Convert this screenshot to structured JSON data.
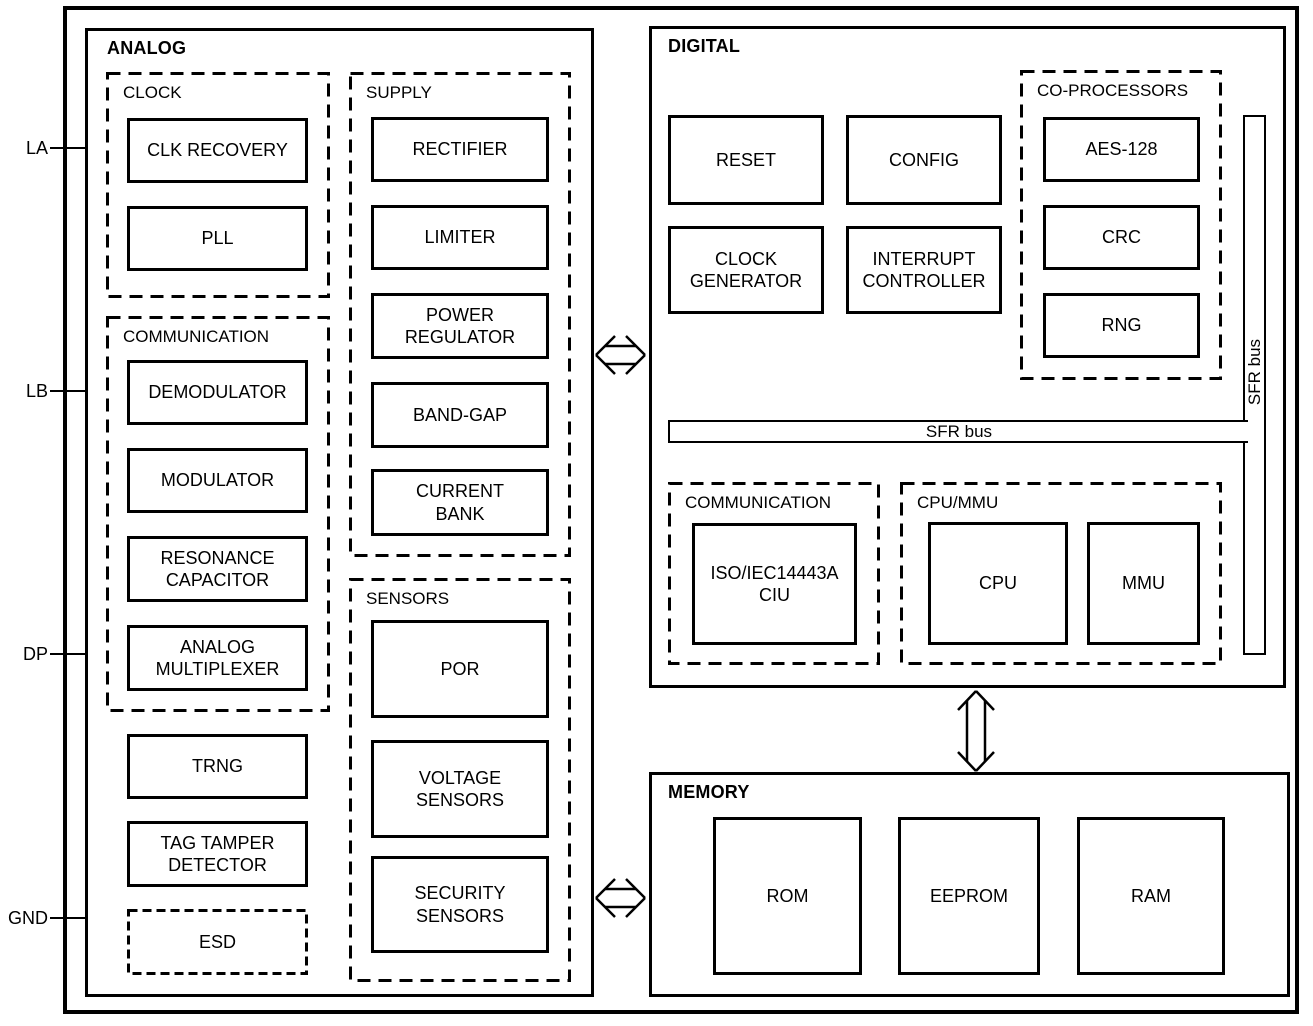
{
  "pins": {
    "la": "LA",
    "lb": "LB",
    "dp": "DP",
    "gnd": "GND"
  },
  "analog": {
    "title": "ANALOG",
    "clock": {
      "title": "CLOCK",
      "clk_recovery": "CLK RECOVERY",
      "pll": "PLL"
    },
    "communication": {
      "title": "COMMUNICATION",
      "demodulator": "DEMODULATOR",
      "modulator": "MODULATOR",
      "resonance_capacitor": "RESONANCE\nCAPACITOR",
      "analog_multiplexer": "ANALOG\nMULTIPLEXER"
    },
    "trng": "TRNG",
    "tag_tamper_detector": "TAG TAMPER\nDETECTOR",
    "esd": "ESD",
    "supply": {
      "title": "SUPPLY",
      "rectifier": "RECTIFIER",
      "limiter": "LIMITER",
      "power_regulator": "POWER\nREGULATOR",
      "band_gap": "BAND-GAP",
      "current_bank": "CURRENT\nBANK"
    },
    "sensors": {
      "title": "SENSORS",
      "por": "POR",
      "voltage_sensors": "VOLTAGE\nSENSORS",
      "security_sensors": "SECURITY\nSENSORS"
    }
  },
  "digital": {
    "title": "DIGITAL",
    "reset": "RESET",
    "config": "CONFIG",
    "clock_generator": "CLOCK\nGENERATOR",
    "interrupt_controller": "INTERRUPT\nCONTROLLER",
    "coprocessors": {
      "title": "CO-PROCESSORS",
      "aes": "AES-128",
      "crc": "CRC",
      "rng": "RNG"
    },
    "sfr_bus_horizontal": "SFR bus",
    "sfr_bus_vertical": "SFR bus",
    "communication": {
      "title": "COMMUNICATION",
      "ciu": "ISO/IEC14443A\nCIU"
    },
    "cpu_mmu": {
      "title": "CPU/MMU",
      "cpu": "CPU",
      "mmu": "MMU"
    }
  },
  "memory": {
    "title": "MEMORY",
    "rom": "ROM",
    "eeprom": "EEPROM",
    "ram": "RAM"
  },
  "colors": {
    "line": "#000000",
    "background": "#ffffff"
  }
}
